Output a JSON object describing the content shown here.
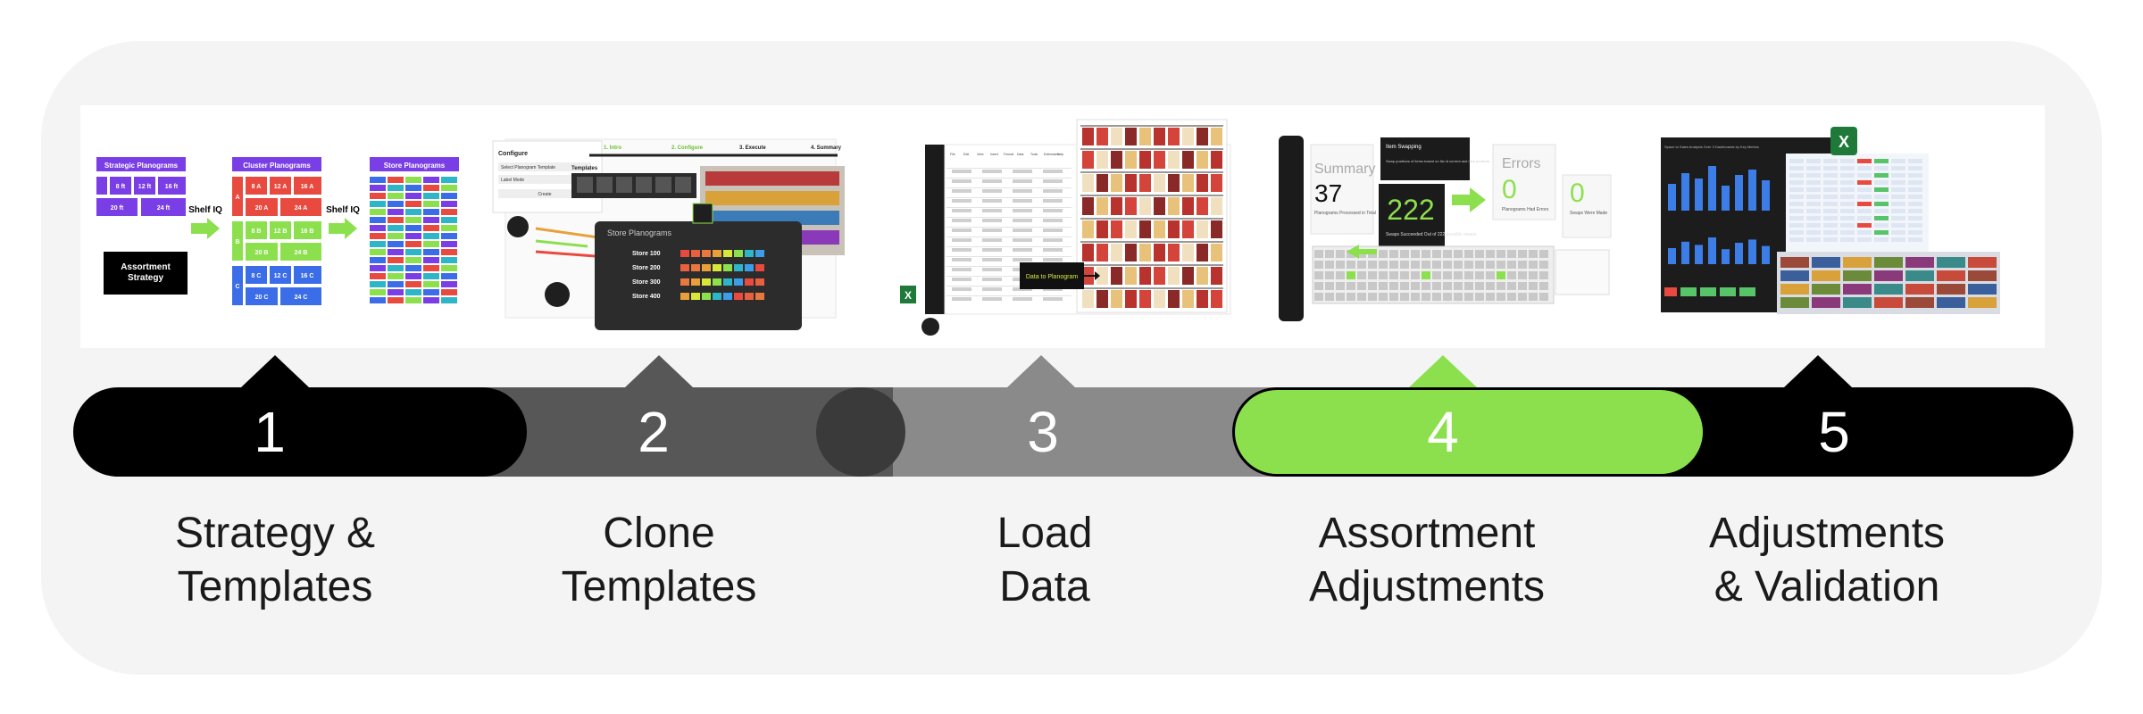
{
  "steps": [
    {
      "number": "1",
      "label": "Strategy &\nTemplates"
    },
    {
      "number": "2",
      "label": "Clone\nTemplates"
    },
    {
      "number": "3",
      "label": "Load\nData"
    },
    {
      "number": "4",
      "label": "Assortment\nAdjustments"
    },
    {
      "number": "5",
      "label": "Adjustments\n& Validation"
    }
  ],
  "thumb1": {
    "strategic": "Strategic Planograms",
    "cluster": "Cluster Planograms",
    "store": "Store Planograms",
    "shelf_iq_a": "Shelf IQ",
    "shelf_iq_b": "Shelf IQ",
    "assortment": "Assortment\nStrategy",
    "strategic_cells": [
      "8 ft",
      "12 ft",
      "16 ft",
      "20 ft",
      "24 ft"
    ],
    "cluster_rows": [
      [
        "8 A",
        "12 A",
        "16 A"
      ],
      [
        "20 A",
        "24 A"
      ],
      [
        "8 B",
        "12 B",
        "16 B"
      ],
      [
        "20 B",
        "24 B"
      ],
      [
        "8 C",
        "12 C",
        "16 C"
      ],
      [
        "20 C",
        "24 C"
      ]
    ],
    "cluster_letters": [
      "A",
      "B",
      "C"
    ]
  },
  "thumb2": {
    "steps": [
      "1. Intro",
      "2. Configure",
      "3. Execute",
      "4. Summary"
    ],
    "configure": "Configure",
    "templates": "Templates",
    "options": [
      "Select Planogram Template",
      "Label Mode"
    ],
    "create": "Create",
    "store_planograms": "Store Planograms",
    "stores": [
      "Store 100",
      "Store 200",
      "Store 300",
      "Store 400"
    ]
  },
  "thumb3": {
    "menu": [
      "File",
      "Edit",
      "View",
      "Insert",
      "Format",
      "Data",
      "Tools",
      "Extensions",
      "Help"
    ],
    "data_to_planogram": "Data to Planogram",
    "excel": "X"
  },
  "thumb4": {
    "summary": "Summary",
    "summary_count": "37",
    "summary_sub": "Planograms Processed in Total",
    "item_swapping": "Item Swapping",
    "item_swapping_sub": "Swap positions of items based on list of current and new products",
    "swaps_count": "222",
    "swaps_sub": "Swaps Succeeded Out of 222 possible swaps",
    "errors": "Errors",
    "errors_count_a": "0",
    "errors_sub_a": "Planograms Had Errors",
    "errors_count_b": "0",
    "errors_sub_b": "Swaps Were Made"
  },
  "thumb5": {
    "excel": "X",
    "dashboard_title": "Space to Sales Analysis Over 3 Dashboards by Key Metrics"
  },
  "colors": {
    "black": "#000000",
    "darkgray": "#575757",
    "gray": "#8a8a8a",
    "green": "#8ce04e",
    "panel": "#f4f4f4"
  }
}
